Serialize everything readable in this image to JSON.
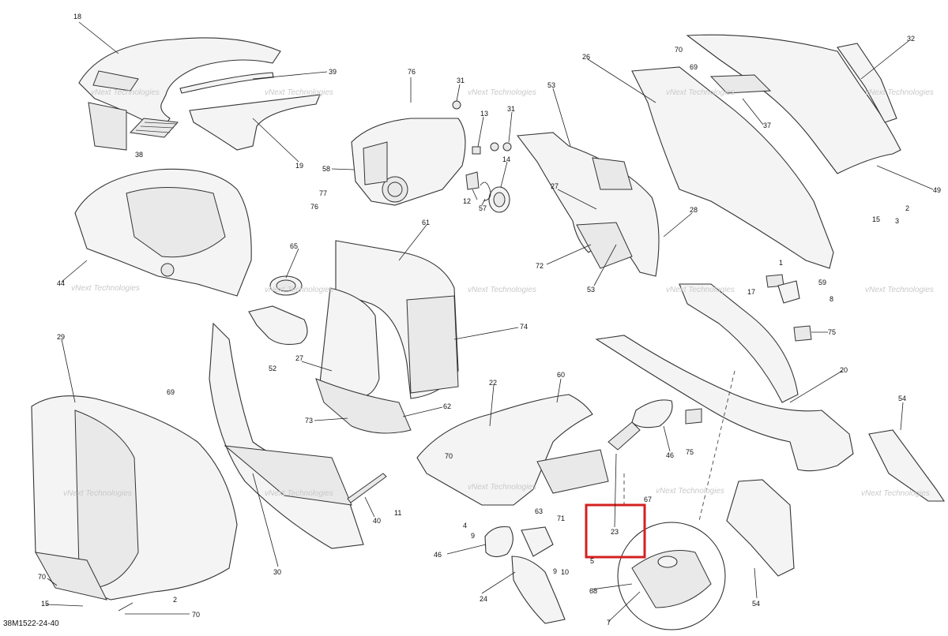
{
  "reference_code": "38M1522-24-40",
  "watermark_text": "vNext Technologies",
  "highlight_color": "#d42020",
  "callouts": {
    "c18": "18",
    "c39": "39",
    "c38": "38",
    "c19": "19",
    "c76a": "76",
    "c31a": "31",
    "c13": "13",
    "c31b": "31",
    "c14": "14",
    "c58": "58",
    "c77": "77",
    "c76b": "76",
    "c12": "12",
    "c57": "57",
    "c53a": "53",
    "c27a": "27",
    "c28": "28",
    "c72": "72",
    "c53b": "53",
    "c26": "26",
    "c70a": "70",
    "c69a": "69",
    "c32": "32",
    "c37": "37",
    "c49": "49",
    "c15a": "15",
    "c2a": "2",
    "c3": "3",
    "c44": "44",
    "c65": "65",
    "c61": "61",
    "c1": "1",
    "c59": "59",
    "c17": "17",
    "c8": "8",
    "c52": "52",
    "c74": "74",
    "c27b": "27",
    "c75a": "75",
    "c20": "20",
    "c29": "29",
    "c69b": "69",
    "c73": "73",
    "c62": "62",
    "c22": "22",
    "c60": "60",
    "c46a": "46",
    "c75b": "75",
    "c54a": "54",
    "c70b": "70",
    "c40": "40",
    "c11": "11",
    "c30": "30",
    "c4": "4",
    "c9a": "9",
    "c63": "63",
    "c71": "71",
    "c67": "67",
    "c23": "23",
    "c46b": "46",
    "c5": "5",
    "c9b": "9",
    "c10": "10",
    "c24": "24",
    "c68": "68",
    "c7": "7",
    "c54b": "54",
    "c70c": "70",
    "c15b": "15",
    "c2b": "2",
    "c70d": "70"
  }
}
